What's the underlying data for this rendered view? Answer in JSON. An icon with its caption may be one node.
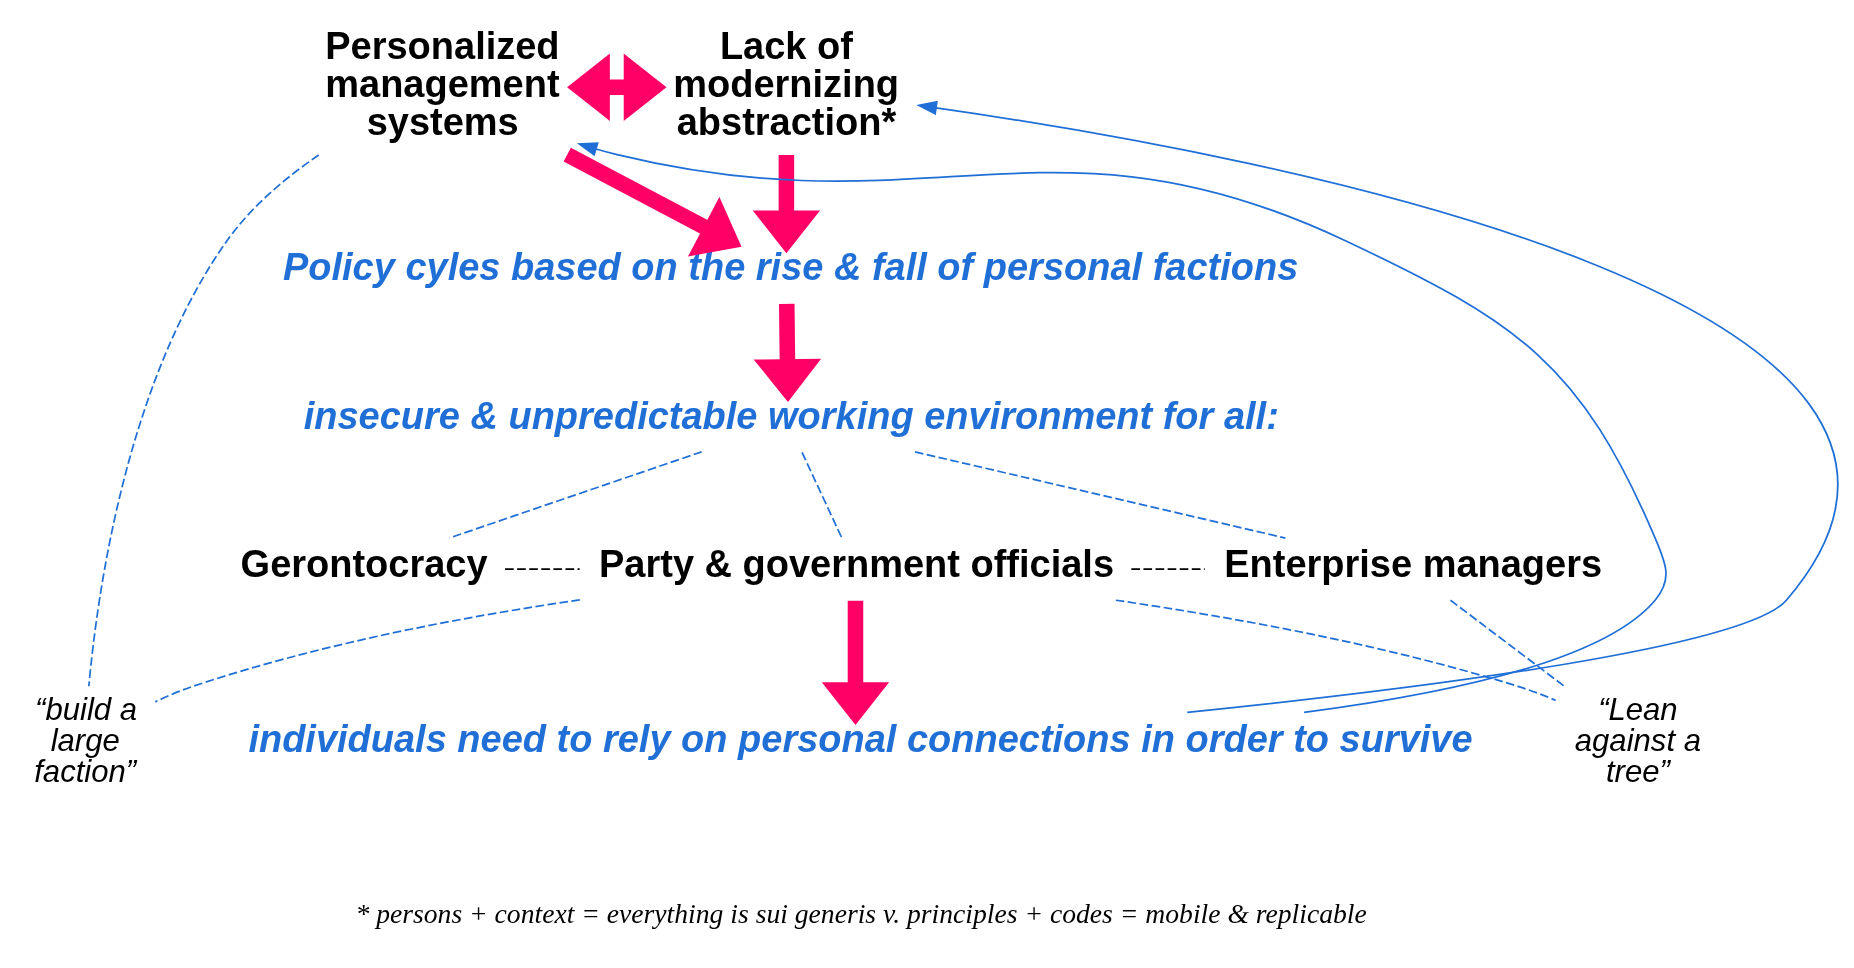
{
  "diagram": {
    "nodes": [
      {
        "text": [
          "Personalized management systems"
        ]
      },
      {
        "text": [
          "Lack of modernizing abstraction*"
        ]
      },
      {
        "text": [
          "Policy cyles based on the rise & fall of personal factions"
        ]
      },
      {
        "text": [
          "insecure & unpredictable working environment for all:"
        ]
      },
      {
        "text": [
          "Gerontocracy"
        ]
      },
      {
        "text": [
          "Party & government officials"
        ]
      },
      {
        "text": [
          "Enterprise managers"
        ]
      },
      {
        "text": [
          "individuals need to rely on personal connections in order to survive"
        ]
      },
      {
        "text": [
          "“build a large faction”"
        ]
      },
      {
        "text": [
          "“Lean against a tree”"
        ]
      }
    ],
    "edges": [
      {
        "from": 0,
        "to": 1,
        "arrow": "both",
        "style": "thick",
        "color": "#ff0066"
      },
      {
        "from": 0,
        "to": 2,
        "arrow": "to",
        "style": "thick",
        "color": "#ff0066"
      },
      {
        "from": 1,
        "to": 2,
        "arrow": "to",
        "style": "thick",
        "color": "#ff0066"
      },
      {
        "from": 2,
        "to": 3,
        "arrow": "to",
        "style": "thick",
        "color": "#ff0066"
      },
      {
        "from": 3,
        "to": 4,
        "arrow": "none",
        "style": "dashed"
      },
      {
        "from": 3,
        "to": 5,
        "arrow": "none",
        "style": "dashed"
      },
      {
        "from": 3,
        "to": 6,
        "arrow": "none",
        "style": "dashed"
      },
      {
        "from": 4,
        "to": 5,
        "arrow": "none",
        "style": "dashed",
        "color": "#000000"
      },
      {
        "from": 5,
        "to": 6,
        "arrow": "none",
        "style": "dashed",
        "color": "#000000"
      },
      {
        "from": 5,
        "to": 7,
        "arrow": "to",
        "style": "thick",
        "color": "#ff0066"
      },
      {
        "from": 7,
        "to": 0,
        "arrow": "to"
      },
      {
        "from": 7,
        "to": 1,
        "arrow": "to"
      },
      {
        "from": 0,
        "to": 8,
        "arrow": "none",
        "style": "dashed"
      },
      {
        "from": 5,
        "to": 8,
        "arrow": "none",
        "style": "dashed"
      },
      {
        "from": 5,
        "to": 9,
        "arrow": "none",
        "style": "dashed"
      },
      {
        "from": 6,
        "to": 9,
        "arrow": "none",
        "style": "dashed"
      }
    ],
    "labels": [
      "* persons + context = everything is sui generis v. principles + codes = mobile & replicable"
    ]
  }
}
